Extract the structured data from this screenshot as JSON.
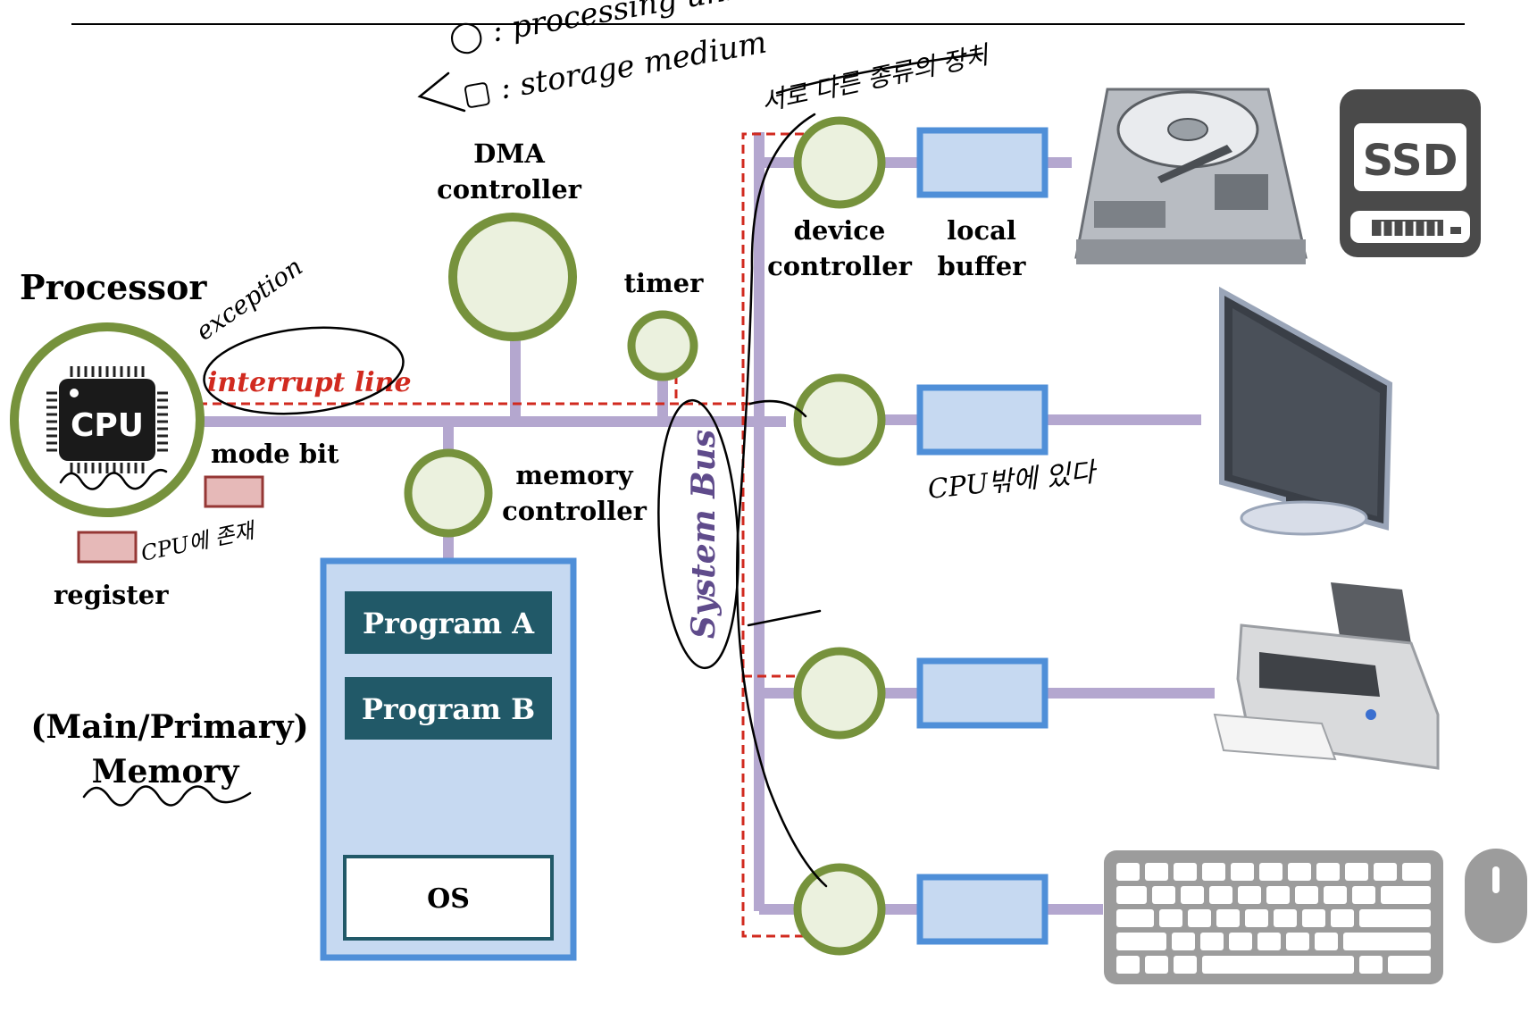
{
  "labels": {
    "processor": "Processor",
    "cpu": "CPU",
    "interrupt_line": "interrupt line",
    "mode_bit": "mode bit",
    "register": "register",
    "dma_line1": "DMA",
    "dma_line2": "controller",
    "timer": "timer",
    "memory_controller_line1": "memory",
    "memory_controller_line2": "controller",
    "program_a": "Program A",
    "program_b": "Program B",
    "os": "OS",
    "main_memory_line1": "(Main/Primary)",
    "main_memory_line2": "Memory",
    "system_bus": "System Bus",
    "device_controller_line1": "device",
    "device_controller_line2": "controller",
    "local_buffer_line1": "local",
    "local_buffer_line2": "buffer",
    "ssd": "SSD"
  },
  "handwritten": {
    "legend_processing": "◯ : processing unit",
    "legend_storage": "▢ : storage medium",
    "exception": "exception",
    "cpu_register_note": "CPU에 존재",
    "device_note": "서로 다른 종류의 장치",
    "monitor_note": "CPU밖에 있다"
  },
  "colors": {
    "bus": "#b4a7cf",
    "circle_stroke": "#76923c",
    "circle_fill": "#ebf1de",
    "buffer_stroke": "#4f8fd8",
    "buffer_fill": "#c6d9f1",
    "interrupt": "#d12a1f",
    "program_box": "#215968",
    "register_fill": "#e6b9b8",
    "register_stroke": "#953735",
    "system_bus_text": "#5f4b8b",
    "ink": "#000000"
  },
  "icons": [
    "cpu-chip-icon",
    "hard-disk-icon",
    "ssd-icon",
    "monitor-icon",
    "printer-icon",
    "keyboard-icon",
    "mouse-icon"
  ]
}
